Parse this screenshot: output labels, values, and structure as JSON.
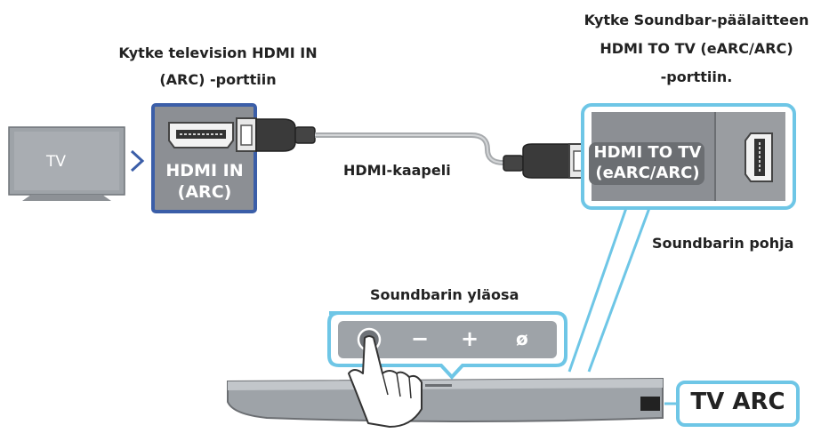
{
  "labels": {
    "tv_port_line1": "Kytke television HDMI IN",
    "tv_port_line2": "(ARC) -porttiin",
    "sb_port_line1": "Kytke Soundbar-päälaitteen",
    "sb_port_line2": "HDMI TO TV (eARC/ARC)",
    "sb_port_line3": "-porttiin.",
    "cable": "HDMI-kaapeli",
    "soundbar_bottom": "Soundbarin pohja",
    "soundbar_top": "Soundbarin yläosa",
    "tv_arc": "TV ARC"
  },
  "tv": {
    "label": "TV"
  },
  "tv_port": {
    "line1": "HDMI IN",
    "line2": "(ARC)"
  },
  "sb_port": {
    "line1": "HDMI TO TV",
    "line2": "(eARC/ARC)"
  },
  "buttons": {
    "minus": "−",
    "plus": "+",
    "mute": "ø"
  },
  "colors": {
    "accent_blue": "#6ec6e6",
    "tv_panel_blue": "#3b5ea8",
    "panel_gray": "#8c8f94",
    "tv_gray": "#9ea3a8",
    "cable_gray": "#b3b6b9"
  },
  "icons": {
    "tv": "television-icon",
    "hdmi_port": "hdmi-port-icon",
    "hdmi_plug": "hdmi-plug-icon",
    "power_button": "power-button-icon",
    "hand": "pointing-hand-icon"
  }
}
